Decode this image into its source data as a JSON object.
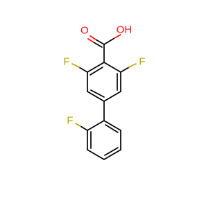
{
  "molecule": {
    "colors": {
      "carbon_bond": "#000000",
      "oxygen": "#ff0d0d",
      "fluorine": "#b3a600"
    },
    "atoms": {
      "carbonyl_o": "O",
      "hydroxyl": "OH",
      "fluorine_1": "F",
      "fluorine_2": "F",
      "fluorine_3": "F"
    }
  }
}
